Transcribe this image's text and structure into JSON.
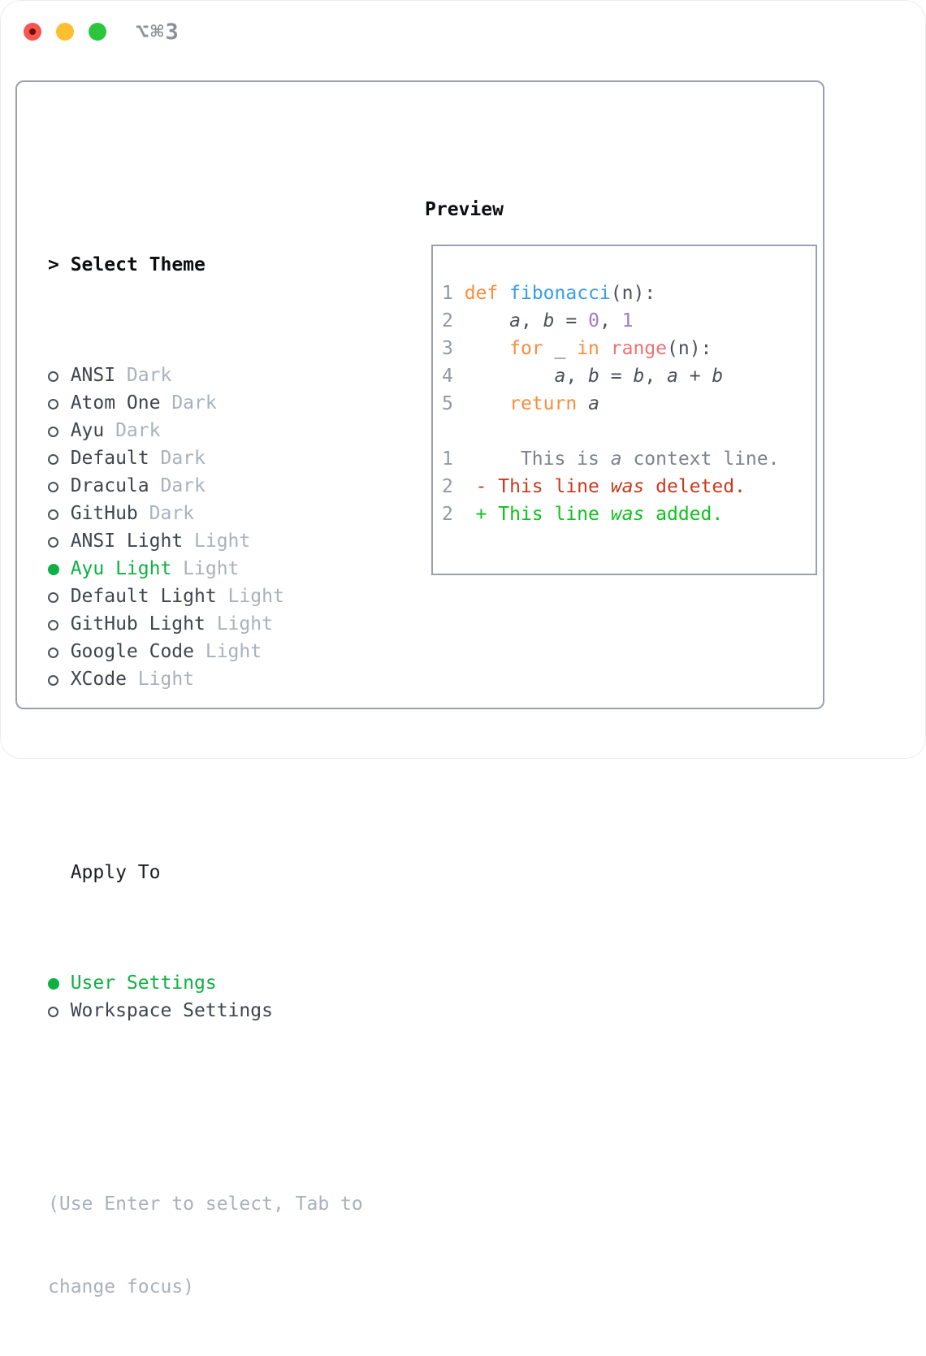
{
  "window": {
    "shortcut": "⌥⌘3",
    "buttons": [
      "close",
      "minimize",
      "zoom"
    ]
  },
  "colors": {
    "selection_green": "#0fb043",
    "diff_added_green": "#0fc11f",
    "diff_deleted_red": "#c7391e",
    "diff_context_gray": "#7e838a",
    "keyword_orange": "#fa8d3e",
    "function_blue": "#399ee6",
    "call_coral": "#f07171",
    "number_purple": "#a37acc",
    "border_gray": "#9aa1ac",
    "muted_gray": "#a9b1bc",
    "traffic_red": "#f6564f",
    "traffic_yellow": "#fdbe30",
    "traffic_green": "#2bc63e"
  },
  "left": {
    "header": {
      "prefix": "> ",
      "label": "Select Theme"
    },
    "themes": [
      {
        "name": "ANSI",
        "variant": "Dark",
        "selected": false
      },
      {
        "name": "Atom One",
        "variant": "Dark",
        "selected": false
      },
      {
        "name": "Ayu",
        "variant": "Dark",
        "selected": false
      },
      {
        "name": "Default",
        "variant": "Dark",
        "selected": false
      },
      {
        "name": "Dracula",
        "variant": "Dark",
        "selected": false
      },
      {
        "name": "GitHub",
        "variant": "Dark",
        "selected": false
      },
      {
        "name": "ANSI Light",
        "variant": "Light",
        "selected": false
      },
      {
        "name": "Ayu Light",
        "variant": "Light",
        "selected": true
      },
      {
        "name": "Default Light",
        "variant": "Light",
        "selected": false
      },
      {
        "name": "GitHub Light",
        "variant": "Light",
        "selected": false
      },
      {
        "name": "Google Code",
        "variant": "Light",
        "selected": false
      },
      {
        "name": "XCode",
        "variant": "Light",
        "selected": false
      }
    ],
    "apply_to": {
      "label": "Apply To",
      "options": [
        {
          "name": "User Settings",
          "selected": true
        },
        {
          "name": "Workspace Settings",
          "selected": false
        }
      ]
    },
    "hint_line1": "(Use Enter to select, Tab to",
    "hint_line2": "change focus)"
  },
  "preview": {
    "header": "Preview",
    "lines": [
      {
        "num": "1",
        "tokens": [
          {
            "s": "pl",
            "t": " "
          },
          {
            "s": "kw",
            "t": "def"
          },
          {
            "s": "pl",
            "t": " "
          },
          {
            "s": "fn",
            "t": "fibonacci"
          },
          {
            "s": "pl",
            "t": "(n):"
          }
        ]
      },
      {
        "num": "2",
        "tokens": [
          {
            "s": "pl",
            "t": "     "
          },
          {
            "s": "var",
            "t": "a"
          },
          {
            "s": "pl",
            "t": ", "
          },
          {
            "s": "var",
            "t": "b"
          },
          {
            "s": "pl",
            "t": " = "
          },
          {
            "s": "cn",
            "t": "0"
          },
          {
            "s": "pl",
            "t": ", "
          },
          {
            "s": "cn",
            "t": "1"
          }
        ]
      },
      {
        "num": "3",
        "tokens": [
          {
            "s": "pl",
            "t": "     "
          },
          {
            "s": "kw",
            "t": "for"
          },
          {
            "s": "pl",
            "t": " _ "
          },
          {
            "s": "kw",
            "t": "in"
          },
          {
            "s": "pl",
            "t": " "
          },
          {
            "s": "call",
            "t": "range"
          },
          {
            "s": "pl",
            "t": "(n):"
          }
        ]
      },
      {
        "num": "4",
        "tokens": [
          {
            "s": "pl",
            "t": "         "
          },
          {
            "s": "var",
            "t": "a"
          },
          {
            "s": "pl",
            "t": ", "
          },
          {
            "s": "var",
            "t": "b"
          },
          {
            "s": "pl",
            "t": " = "
          },
          {
            "s": "var",
            "t": "b"
          },
          {
            "s": "pl",
            "t": ", "
          },
          {
            "s": "var",
            "t": "a"
          },
          {
            "s": "pl",
            "t": " + "
          },
          {
            "s": "var",
            "t": "b"
          }
        ]
      },
      {
        "num": "5",
        "tokens": [
          {
            "s": "pl",
            "t": "     "
          },
          {
            "s": "kw",
            "t": "return"
          },
          {
            "s": "pl",
            "t": " "
          },
          {
            "s": "var",
            "t": "a"
          }
        ]
      },
      {
        "num": "",
        "tokens": []
      },
      {
        "num": "1",
        "tokens": [
          {
            "s": "ctx",
            "t": "      This is "
          },
          {
            "s": "ctx-i",
            "t": "a"
          },
          {
            "s": "ctx",
            "t": " context line."
          }
        ]
      },
      {
        "num": "2",
        "tokens": [
          {
            "s": "del",
            "t": "  - This line "
          },
          {
            "s": "del-i",
            "t": "was"
          },
          {
            "s": "del",
            "t": " deleted."
          }
        ]
      },
      {
        "num": "2",
        "tokens": [
          {
            "s": "add",
            "t": "  + This line "
          },
          {
            "s": "add-i",
            "t": "was"
          },
          {
            "s": "add",
            "t": " added."
          }
        ]
      }
    ]
  }
}
